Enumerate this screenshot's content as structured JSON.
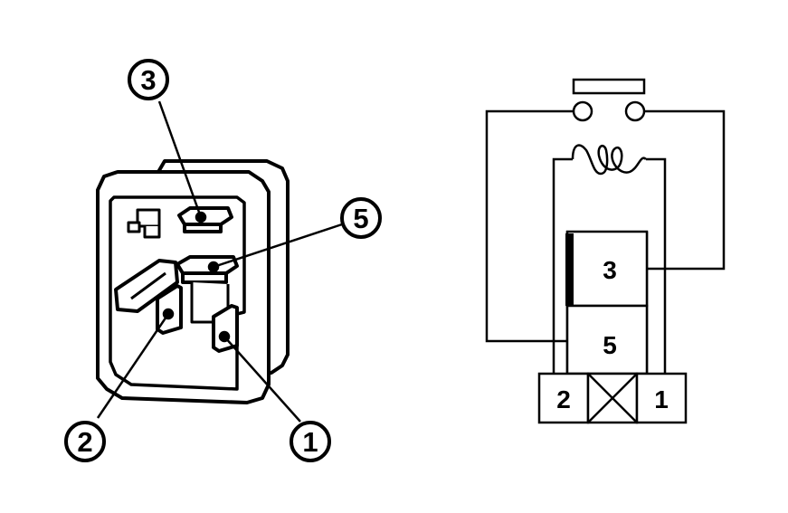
{
  "relay": {
    "callouts": [
      {
        "id": "c3",
        "label": "3"
      },
      {
        "id": "c5",
        "label": "5"
      },
      {
        "id": "c2",
        "label": "2"
      },
      {
        "id": "c1",
        "label": "1"
      }
    ]
  },
  "schematic": {
    "block_upper": "3",
    "block_lower": "5",
    "terminal_left": "2",
    "terminal_right": "1"
  }
}
